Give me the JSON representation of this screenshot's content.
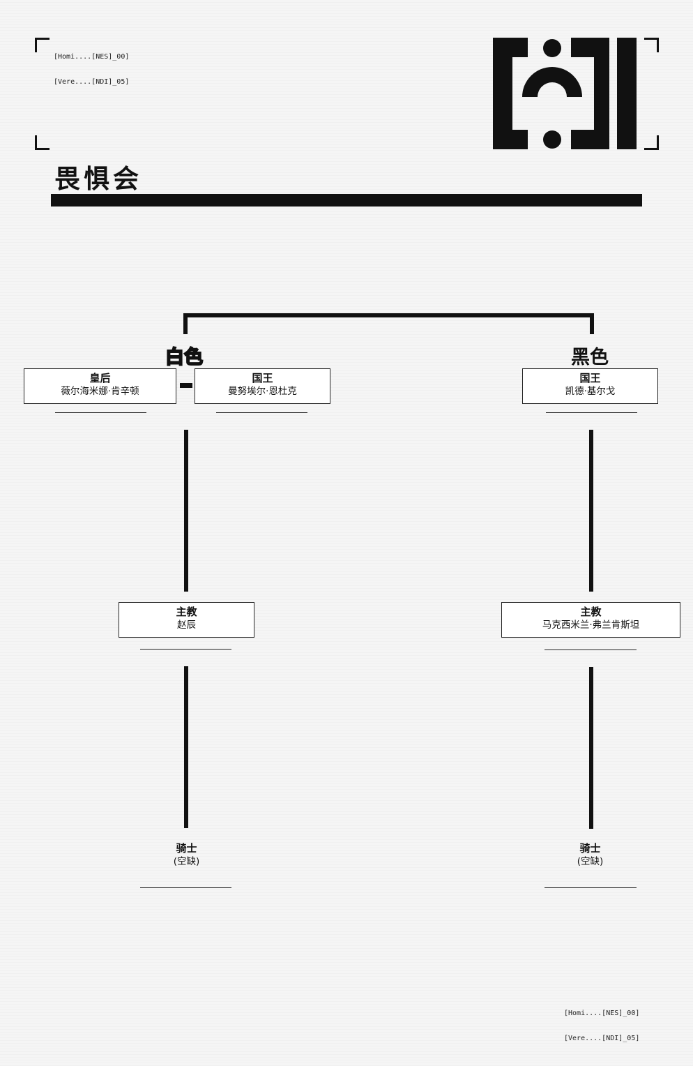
{
  "header": {
    "code_line_1": "[Homi....[NES]_00]",
    "code_line_2": "[Vere....[NDI]_05]",
    "title": "畏惧会"
  },
  "footer": {
    "code_line_1": "[Homi....[NES]_00]",
    "code_line_2": "[Vere....[NDI]_05]"
  },
  "white": {
    "label": "白色",
    "queen": {
      "role": "皇后",
      "name": "薇尔海米娜·肯辛顿"
    },
    "king": {
      "role": "国王",
      "name": "曼努埃尔·恩杜克"
    },
    "bishop": {
      "role": "主教",
      "name": "赵辰"
    },
    "knight": {
      "role": "骑士",
      "name": "(空缺)"
    }
  },
  "black": {
    "label": "黑色",
    "king": {
      "role": "国王",
      "name": "凯德·基尔戈"
    },
    "bishop": {
      "role": "主教",
      "name": "马克西米兰·弗兰肯斯坦"
    },
    "knight": {
      "role": "骑士",
      "name": "(空缺)"
    }
  }
}
